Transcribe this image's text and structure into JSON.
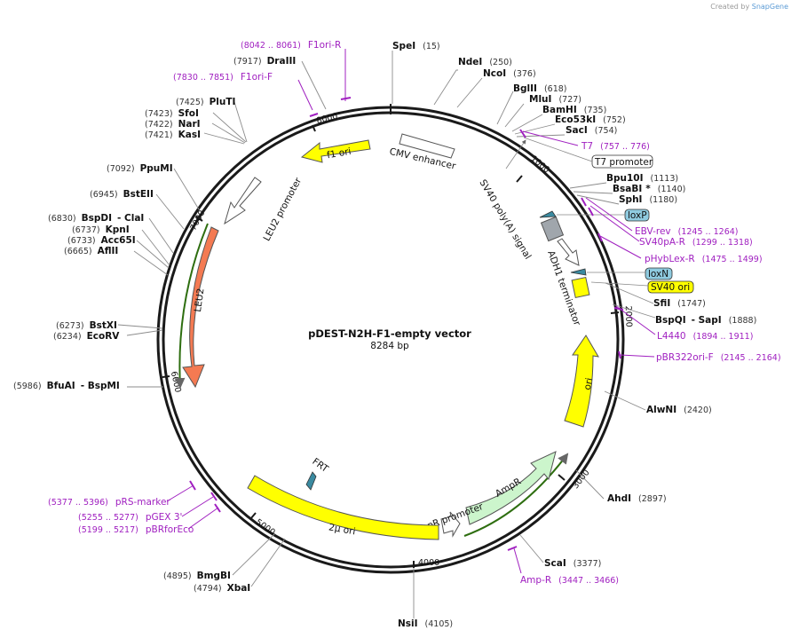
{
  "credit": {
    "prefix": "Created by",
    "brand": "SnapGene"
  },
  "center": {
    "title": "pDEST-N2H-F1-empty vector",
    "length": "8284 bp"
  },
  "ticks": [
    "1000",
    "2000",
    "3000",
    "4000",
    "5000",
    "6000",
    "7000",
    "8000"
  ],
  "enzymes": [
    {
      "id": "spei",
      "name": "SpeI",
      "pos": "(15)"
    },
    {
      "id": "ndei",
      "name": "NdeI",
      "pos": "(250)"
    },
    {
      "id": "ncoi",
      "name": "NcoI",
      "pos": "(376)"
    },
    {
      "id": "bglii",
      "name": "BglII",
      "pos": "(618)"
    },
    {
      "id": "mlui",
      "name": "MluI",
      "pos": "(727)"
    },
    {
      "id": "bamhi",
      "name": "BamHI",
      "pos": "(735)"
    },
    {
      "id": "eco53ki",
      "name": "Eco53kI",
      "pos": "(752)"
    },
    {
      "id": "saci",
      "name": "SacI",
      "pos": "(754)"
    },
    {
      "id": "bpu10i",
      "name": "Bpu10I",
      "pos": "(1113)"
    },
    {
      "id": "bsabi",
      "name": "BsaBI",
      "pos": "(1140)",
      "mark": "*"
    },
    {
      "id": "sphi",
      "name": "SphI",
      "pos": "(1180)"
    },
    {
      "id": "sfii",
      "name": "SfiI",
      "pos": "(1747)"
    },
    {
      "id": "bspqi",
      "name": "BspQI",
      "pos": "(1888)",
      "pair": "- SapI"
    },
    {
      "id": "alwni",
      "name": "AlwNI",
      "pos": "(2420)"
    },
    {
      "id": "ahdi",
      "name": "AhdI",
      "pos": "(2897)"
    },
    {
      "id": "scai",
      "name": "ScaI",
      "pos": "(3377)"
    },
    {
      "id": "nsii",
      "name": "NsiI",
      "pos": "(4105)"
    },
    {
      "id": "xbai",
      "name": "XbaI",
      "pos": "(4794)"
    },
    {
      "id": "bmgbi",
      "name": "BmgBI",
      "pos": "(4895)"
    },
    {
      "id": "bfuai",
      "name": "BfuAI",
      "pos": "(5986)",
      "pair": "- BspMI"
    },
    {
      "id": "ecorv",
      "name": "EcoRV",
      "pos": "(6234)"
    },
    {
      "id": "bstxi",
      "name": "BstXI",
      "pos": "(6273)"
    },
    {
      "id": "aflii",
      "name": "AflII",
      "pos": "(6665)"
    },
    {
      "id": "acc65i",
      "name": "Acc65I",
      "pos": "(6733)"
    },
    {
      "id": "kpni",
      "name": "KpnI",
      "pos": "(6737)"
    },
    {
      "id": "bspdi",
      "name": "BspDI",
      "pos": "(6830)",
      "pair": "- ClaI"
    },
    {
      "id": "bsteii",
      "name": "BstEII",
      "pos": "(6945)"
    },
    {
      "id": "ppumi",
      "name": "PpuMI",
      "pos": "(7092)"
    },
    {
      "id": "kasi",
      "name": "KasI",
      "pos": "(7421)"
    },
    {
      "id": "nari",
      "name": "NarI",
      "pos": "(7422)"
    },
    {
      "id": "sfoi",
      "name": "SfoI",
      "pos": "(7423)"
    },
    {
      "id": "pluti",
      "name": "PluTI",
      "pos": "(7425)"
    },
    {
      "id": "draiii",
      "name": "DraIII",
      "pos": "(7917)"
    }
  ],
  "primers": [
    {
      "id": "f1orir",
      "name": "F1ori-R",
      "range": "(8042 .. 8061)"
    },
    {
      "id": "f1orif",
      "name": "F1ori-F",
      "range": "(7830 .. 7851)"
    },
    {
      "id": "t7",
      "name": "T7",
      "range": "(757 .. 776)"
    },
    {
      "id": "ebvrev",
      "name": "EBV-rev",
      "range": "(1245 .. 1264)"
    },
    {
      "id": "sv40par",
      "name": "SV40pA-R",
      "range": "(1299 .. 1318)"
    },
    {
      "id": "phyblexr",
      "name": "pHybLex-R",
      "range": "(1475 .. 1499)"
    },
    {
      "id": "l4440",
      "name": "L4440",
      "range": "(1894 .. 1911)"
    },
    {
      "id": "pbr322orif",
      "name": "pBR322ori-F",
      "range": "(2145 .. 2164)"
    },
    {
      "id": "ampr",
      "name": "Amp-R",
      "range": "(3447 .. 3466)"
    },
    {
      "id": "prsmarker",
      "name": "pRS-marker",
      "range": "(5377 .. 5396)"
    },
    {
      "id": "pgex3",
      "name": "pGEX 3'",
      "range": "(5255 .. 5277)"
    },
    {
      "id": "pbrforeco",
      "name": "pBRforEco",
      "range": "(5199 .. 5217)"
    }
  ],
  "features": {
    "cmv_enhancer": "CMV enhancer",
    "f1_ori": "f1 ori",
    "leu2_promoter": "LEU2 promoter",
    "leu2": "LEU2",
    "sv40_polya": "SV40 poly(A) signal",
    "adh1_terminator": "ADH1 terminator",
    "t7_promoter": "T7 promoter",
    "loxp": "loxP",
    "loxn": "loxN",
    "sv40_ori": "SV40 ori",
    "ori": "ori",
    "ampr": "AmpR",
    "ampr_promoter": "AmpR promoter",
    "two_mu_ori": "2μ ori",
    "frt": "FRT"
  },
  "colors": {
    "backbone": "#1a1a1a",
    "enzyme_line": "#8c8c8c",
    "primer": "#a020c0",
    "yellow_feature": "#ffff00",
    "leu2": "#f47a52",
    "ampr": "#ccf5cc",
    "orf_arc": "#2e6e10",
    "frt_lox": "#3a8aa0",
    "sv40_polya_box": "#a0a6ac",
    "loxp_badge": "#8fcbe0"
  }
}
